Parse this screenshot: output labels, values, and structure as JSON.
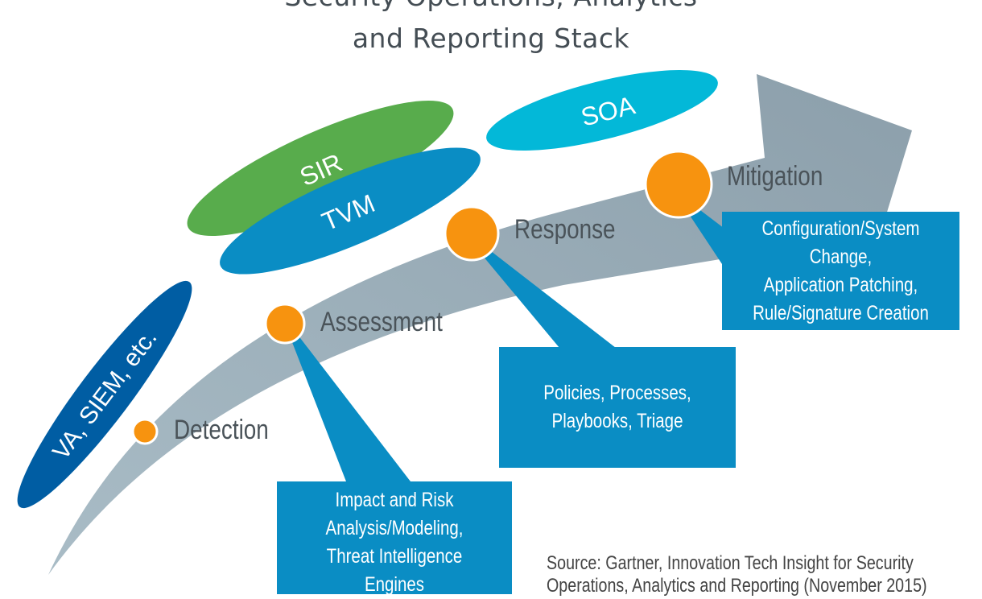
{
  "title": {
    "line1": "Security Operations, Analytics",
    "line2": "and Reporting Stack"
  },
  "colors": {
    "arrow": "#9aaeb9",
    "orange_node": "#f7930f",
    "callout": "#0a8dc4",
    "va_siem": "#005da3",
    "sir": "#58ac4c",
    "tvm": "#0a8dc4",
    "soa": "#03b8d8"
  },
  "tool_ellipses": [
    {
      "id": "va-siem",
      "label": "VA, SIEM, etc."
    },
    {
      "id": "tvm",
      "label": "TVM"
    },
    {
      "id": "sir",
      "label": "SIR"
    },
    {
      "id": "soa",
      "label": "SOA"
    }
  ],
  "stages": [
    {
      "id": "detection",
      "label": "Detection"
    },
    {
      "id": "assessment",
      "label": "Assessment"
    },
    {
      "id": "response",
      "label": "Response"
    },
    {
      "id": "mitigation",
      "label": "Mitigation"
    }
  ],
  "callouts": {
    "assessment": [
      "Impact and Risk",
      "Analysis/Modeling,",
      "Threat Intelligence",
      "Engines"
    ],
    "response": [
      "Policies, Processes,",
      "Playbooks, Triage"
    ],
    "mitigation": [
      "Configuration/System",
      "Change,",
      "Application Patching,",
      "Rule/Signature Creation"
    ]
  },
  "source": {
    "line1": "Source: Gartner, Innovation Tech Insight for Security",
    "line2": "Operations, Analytics and Reporting (November 2015)"
  }
}
